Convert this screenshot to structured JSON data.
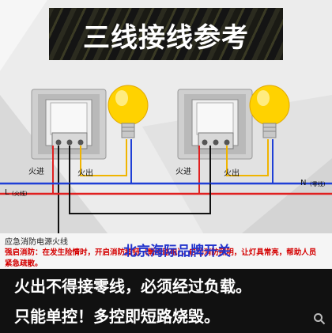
{
  "banner": {
    "title": "三线接线参考"
  },
  "diagram": {
    "switch1_live_in": "火进",
    "switch1_live_out": "火出",
    "switch2_live_in": "火进",
    "switch2_live_out": "火出",
    "line_L": "L",
    "line_L_note": "(火线)",
    "line_N": "N",
    "line_N_note": "(零线)"
  },
  "emergency": {
    "label": "应急消防电源火线",
    "text": "强启消防：在发生险情时，开启消防按钮（需线路电），启动消防照明，让灯具常亮，帮助人员紧急疏散。"
  },
  "watermark": "北京海际品牌开关",
  "warnings": {
    "line1": "火出不得接零线，必须经过负载。",
    "line2": "只能单控！多控即短路烧毁。"
  },
  "colors": {
    "live": "#e02020",
    "neutral": "#1f3fd6",
    "emergency": "#111111",
    "switched": "#f0b400",
    "bulb": "#ffd200"
  },
  "icons": {
    "search": "search-icon"
  }
}
